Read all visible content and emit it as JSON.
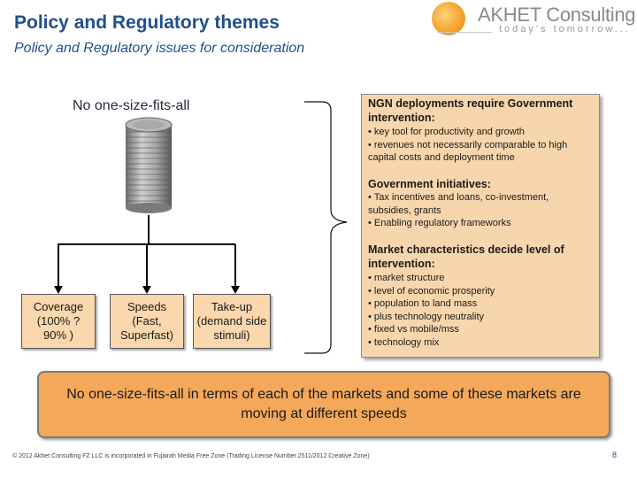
{
  "header": {
    "title": "Policy and Regulatory themes",
    "subtitle": "Policy and Regulatory issues for consideration"
  },
  "logo": {
    "brand": "AKHET Consulting",
    "tagline": "today's tomorrow..."
  },
  "diagram": {
    "heading": "No one-size-fits-all",
    "boxes": [
      {
        "label": "Coverage (100% ? 90% )"
      },
      {
        "label": "Speeds (Fast, Superfast)"
      },
      {
        "label": "Take-up (demand side stimuli)"
      }
    ]
  },
  "panel": {
    "sections": [
      {
        "heading": "NGN deployments require Government intervention:",
        "bullets": [
          "• key tool for productivity and growth",
          "• revenues not necessarily comparable to high",
          "capital costs and deployment time"
        ]
      },
      {
        "heading": "Government initiatives:",
        "bullets": [
          "• Tax incentives and loans, co-investment,",
          "subsidies, grants",
          "• Enabling regulatory frameworks"
        ]
      },
      {
        "heading": "Market characteristics decide level of intervention:",
        "bullets": [
          "• market structure",
          "• level of economic prosperity",
          "• population to land mass",
          "• plus technology neutrality",
          "• fixed vs mobile/mss",
          "• technology mix"
        ]
      }
    ]
  },
  "banner": {
    "text": "No one-size-fits-all in terms of each of the markets and some of these markets are moving at different speeds"
  },
  "footer": {
    "copyright": "© 2012 Akhet Consulting FZ LLC is incorporated in Fujairah Media Free Zone (Trading License Number 2511/2012 Creative Zone)",
    "page_number": "8"
  },
  "colors": {
    "title": "#1f4f8f",
    "box_fill": "#fad7ad",
    "panel_fill": "#f8d6ad",
    "banner_fill": "#f3a85a",
    "logo_orange": "#f3a531"
  }
}
